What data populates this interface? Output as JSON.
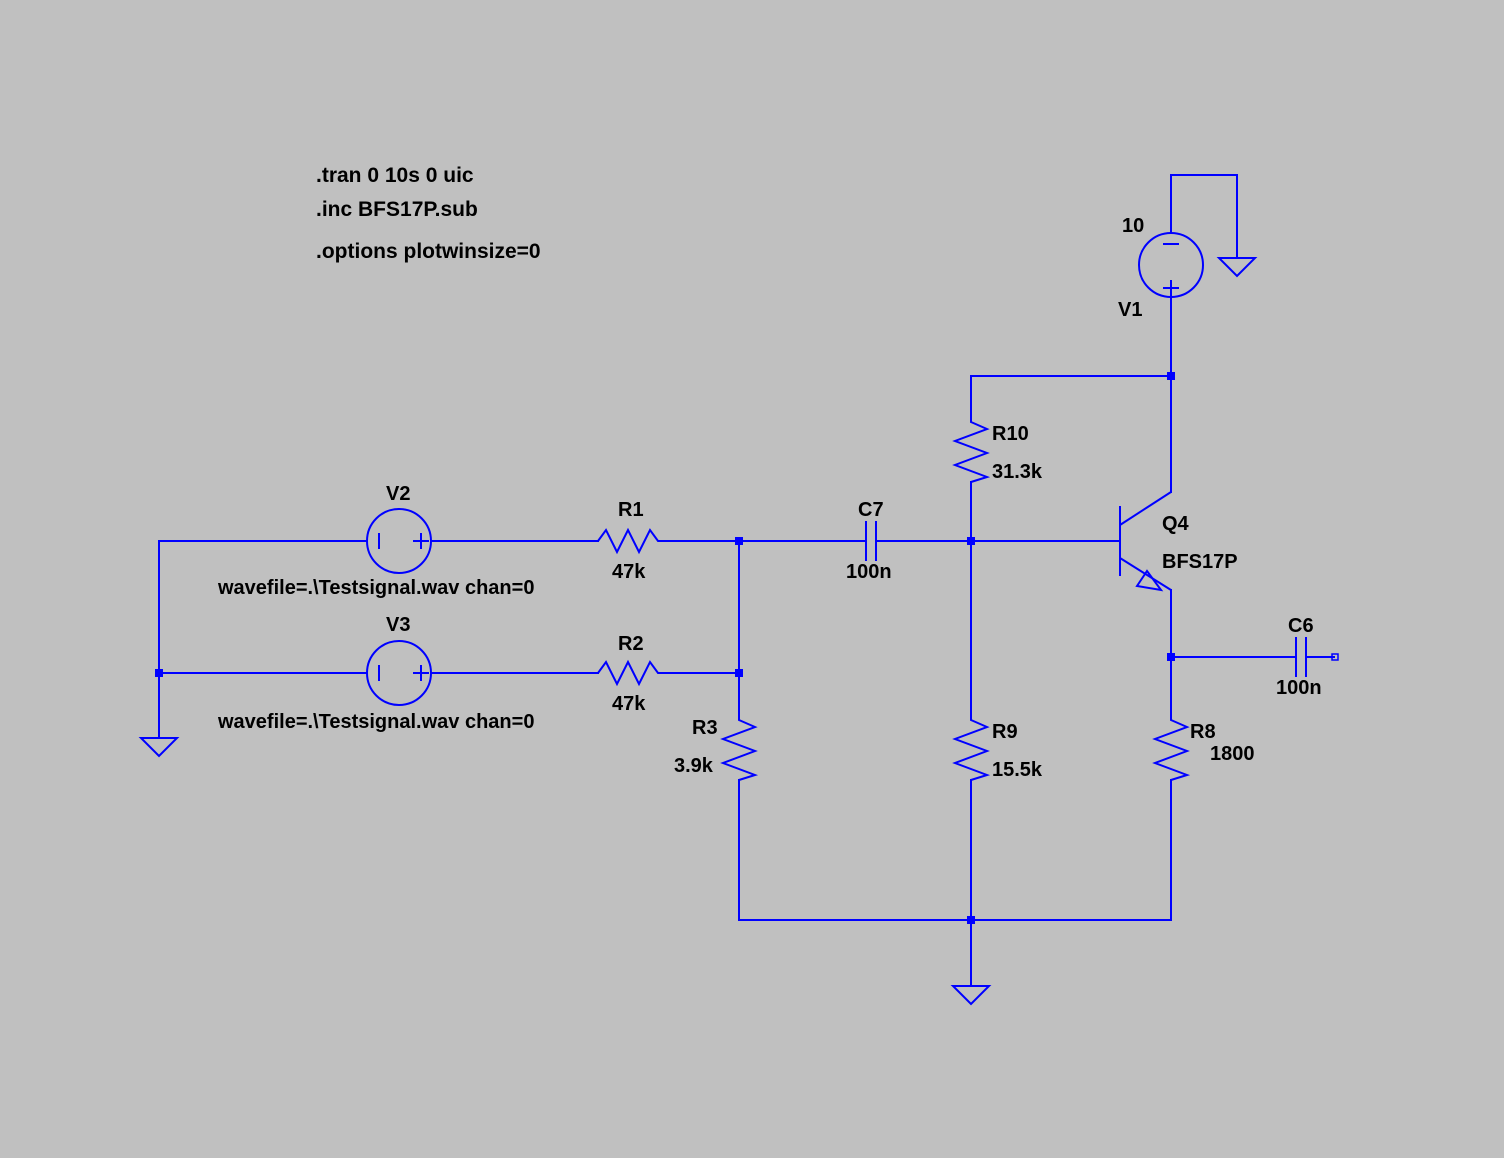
{
  "directives": {
    "tran": ".tran 0 10s 0 uic",
    "inc": ".inc BFS17P.sub",
    "options": ".options plotwinsize=0"
  },
  "components": {
    "V1": {
      "name": "V1",
      "value": "10"
    },
    "V2": {
      "name": "V2",
      "value": "wavefile=.\\Testsignal.wav chan=0"
    },
    "V3": {
      "name": "V3",
      "value": "wavefile=.\\Testsignal.wav chan=0"
    },
    "R1": {
      "name": "R1",
      "value": "47k"
    },
    "R2": {
      "name": "R2",
      "value": "47k"
    },
    "R3": {
      "name": "R3",
      "value": "3.9k"
    },
    "R8": {
      "name": "R8",
      "value": "1800"
    },
    "R9": {
      "name": "R9",
      "value": "15.5k"
    },
    "R10": {
      "name": "R10",
      "value": "31.3k"
    },
    "C6": {
      "name": "C6",
      "value": "100n"
    },
    "C7": {
      "name": "C7",
      "value": "100n"
    },
    "Q4": {
      "name": "Q4",
      "value": "BFS17P"
    }
  },
  "colors": {
    "background": "#c0c0c0",
    "wire": "#0000ff",
    "text": "#000000"
  }
}
